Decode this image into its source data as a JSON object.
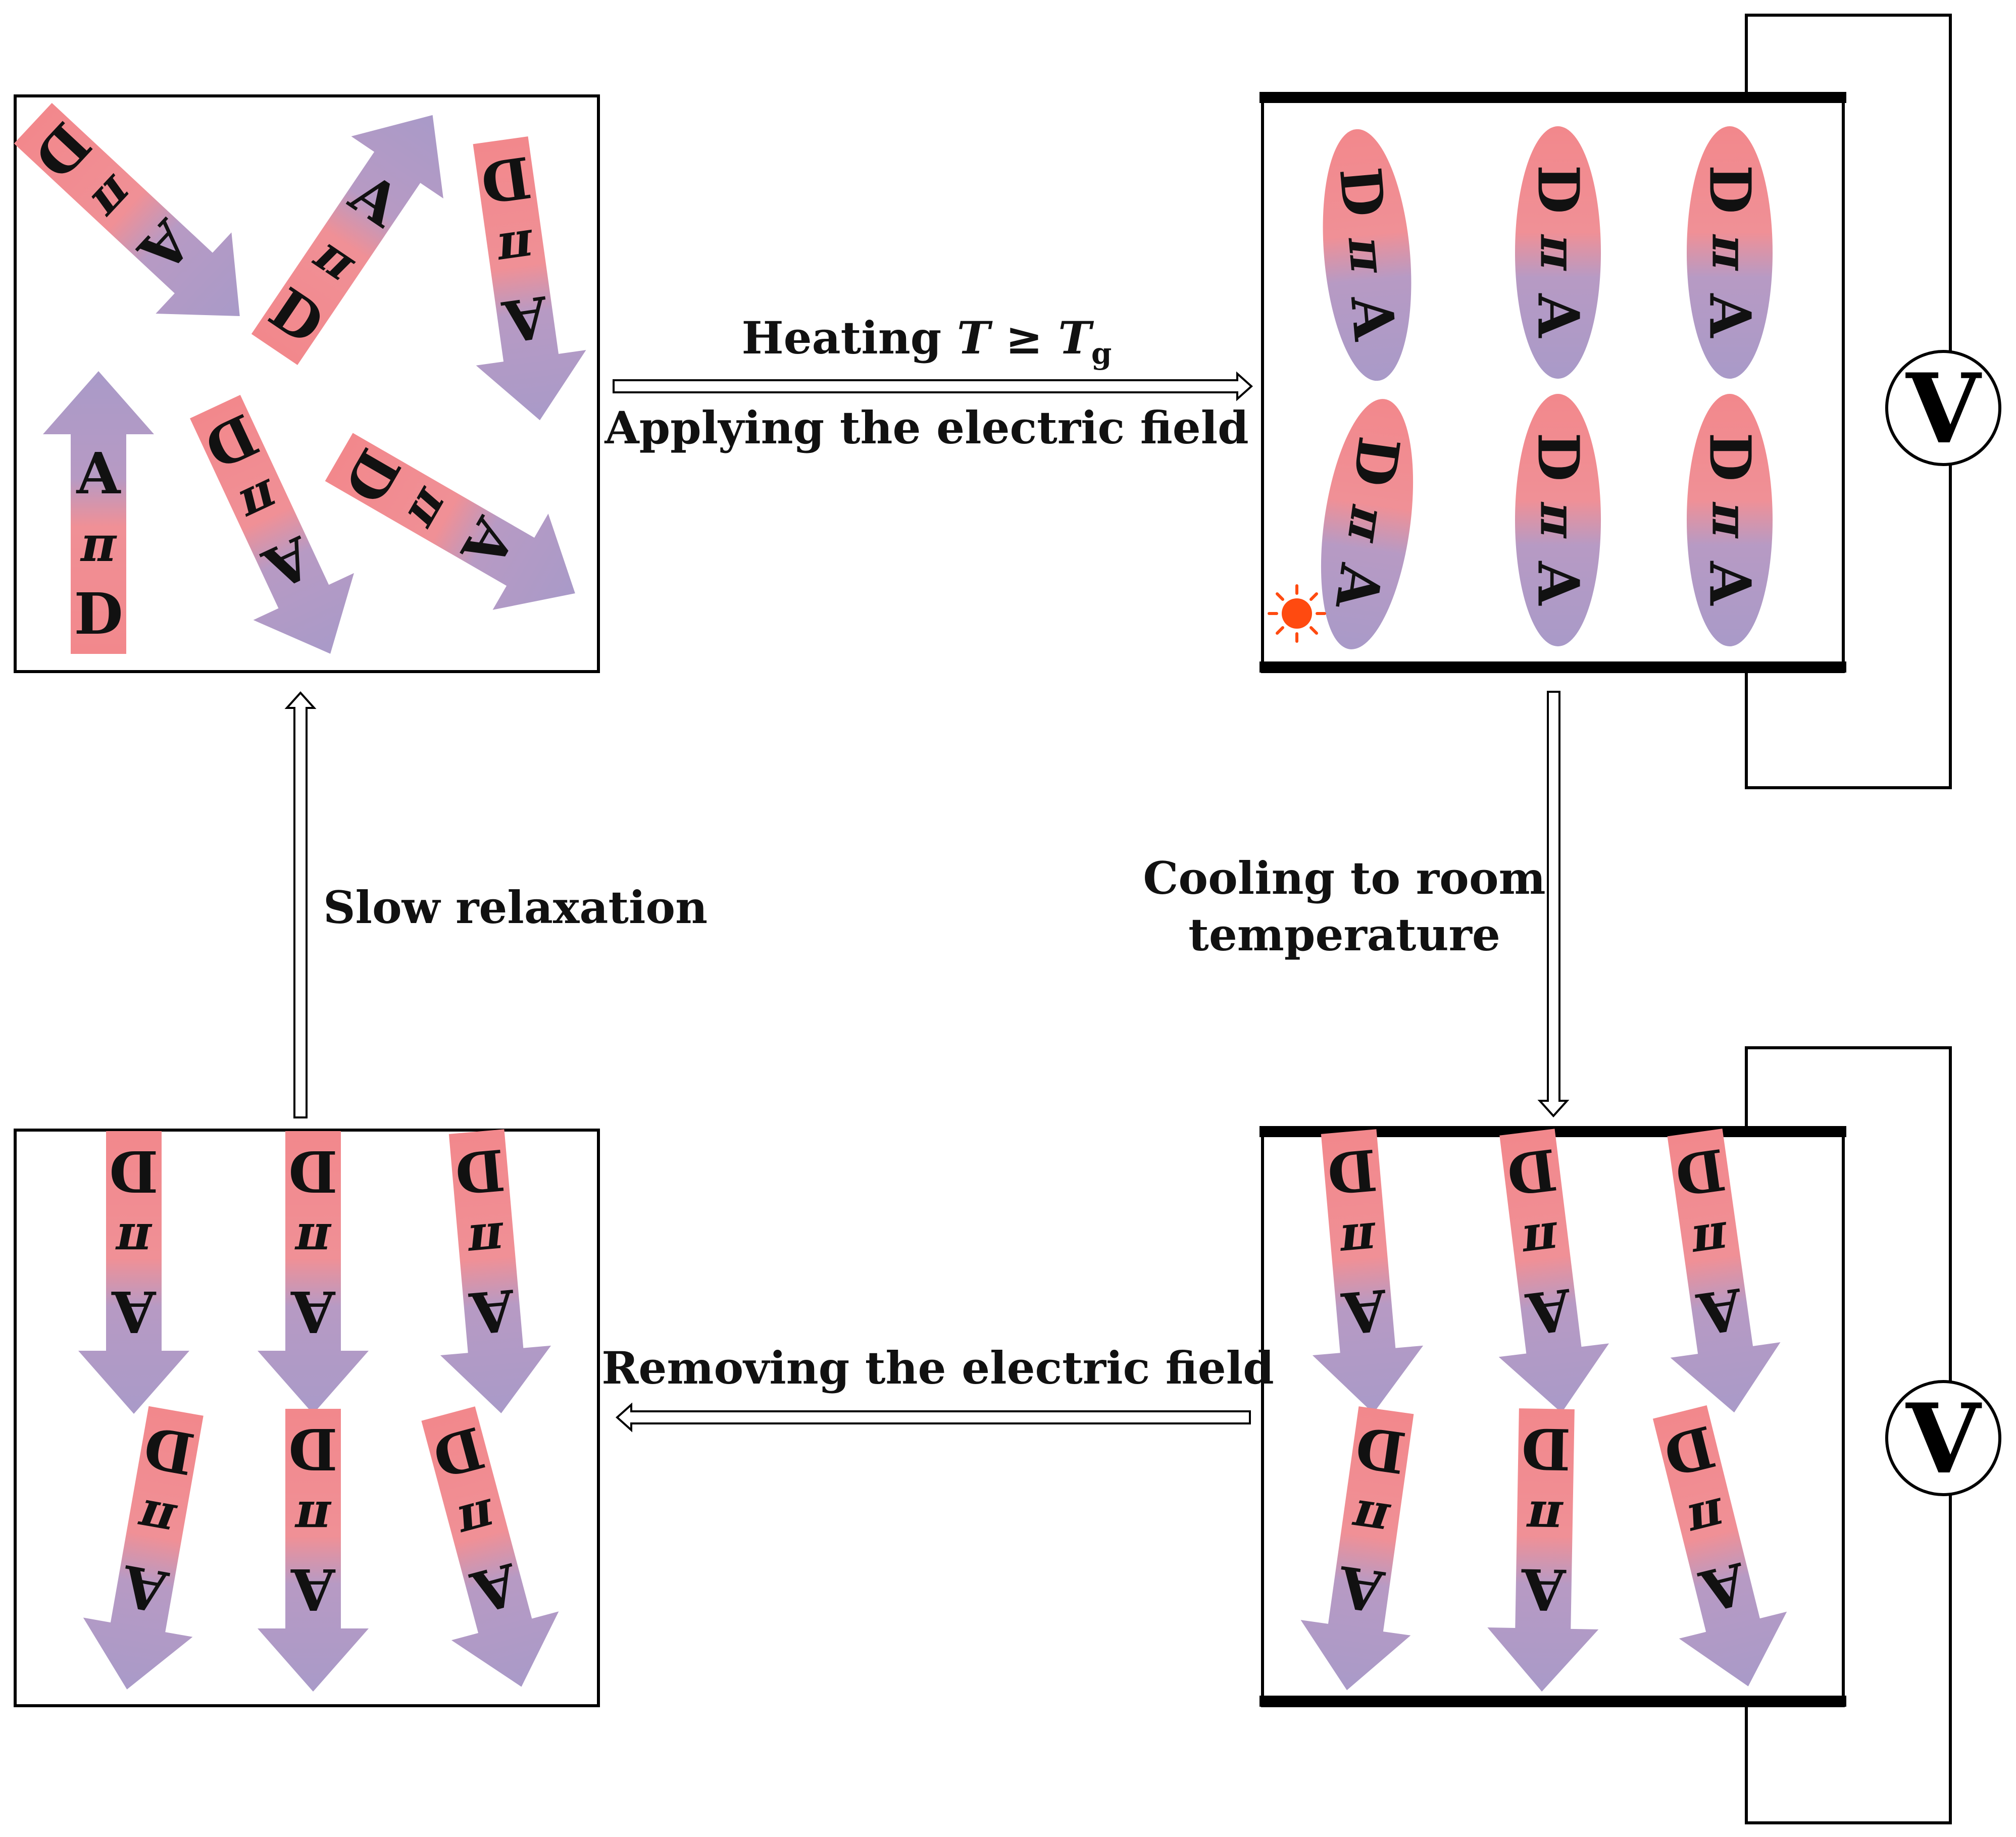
{
  "molecule": {
    "donor": "D",
    "bridge": "π",
    "acceptor": "A"
  },
  "labels": {
    "heating_prefix": "Heating ",
    "heating_T": "T",
    "heating_ge": " ≥ ",
    "heating_Tg": "T",
    "heating_g": "g",
    "applying": "Applying the electric field",
    "cooling_line1": "Cooling to room",
    "cooling_line2": "temperature",
    "removing": "Removing the electric field",
    "slow": "Slow relaxation"
  },
  "voltmeter": {
    "symbol": "V"
  },
  "colors": {
    "donor": "#f2888c",
    "acceptor": "#a99ac8",
    "heat_icon": "#ff4a10",
    "electrode": "#000000"
  },
  "panels": [
    {
      "id": "random",
      "state": "random orientation"
    },
    {
      "id": "heated",
      "state": "heated, field applied"
    },
    {
      "id": "cooled",
      "state": "cooled, field applied"
    },
    {
      "id": "removed",
      "state": "field removed"
    }
  ]
}
